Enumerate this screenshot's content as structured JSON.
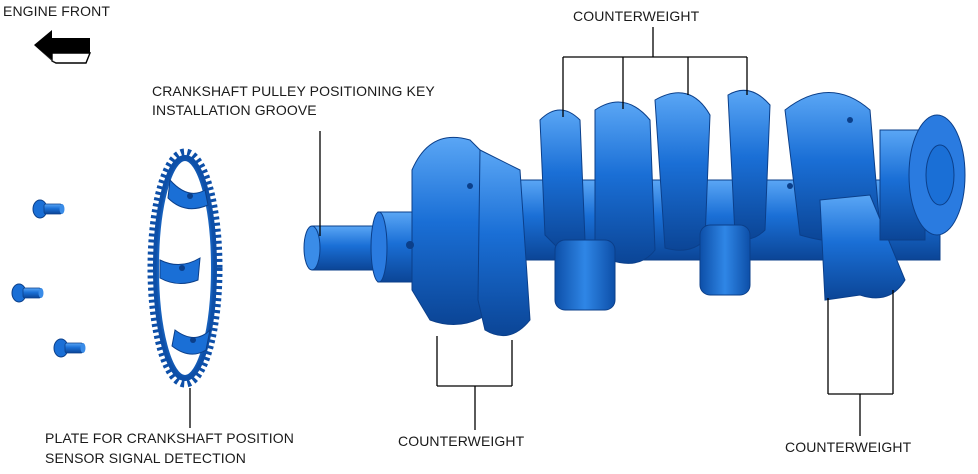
{
  "labels": {
    "engine_front": "ENGINE FRONT",
    "key_groove": [
      "CRANKSHAFT PULLEY POSITIONING KEY",
      "INSTALLATION GROOVE"
    ],
    "plate": [
      "PLATE FOR CRANKSHAFT POSITION",
      "SENSOR SIGNAL DETECTION"
    ],
    "counterweight_top": "COUNTERWEIGHT",
    "counterweight_bottom_left": "COUNTERWEIGHT",
    "counterweight_bottom_right": "COUNTERWEIGHT"
  },
  "colors": {
    "part_fill": "#1a6fd6",
    "part_dark": "#0d4fa8",
    "part_light": "#4d9af0",
    "leader_line": "#000000",
    "text": "#1a1a1a"
  },
  "icons": {
    "direction_arrow": "arrow-left-icon"
  }
}
